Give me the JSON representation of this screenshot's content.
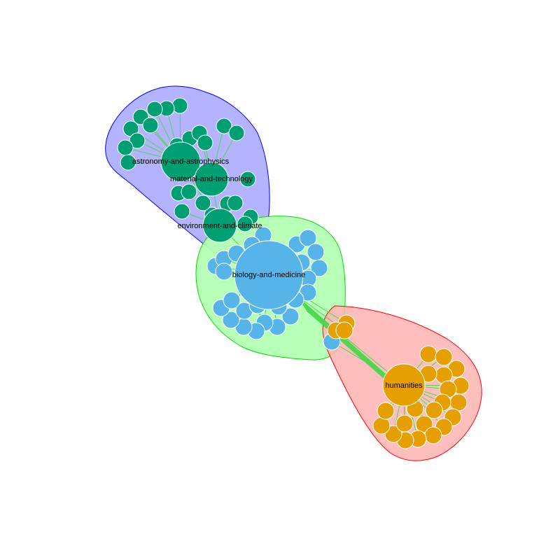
{
  "colors": {
    "green_group_fill": "#009E73",
    "blue_group_fill": "#56B4E9",
    "orange_group_fill": "#E69F00",
    "edge": "#4CD64C",
    "node_stroke": "#ffffff",
    "region_physical_fill": "#B3B3FF",
    "region_physical_stroke": "#0000FF",
    "region_life_fill": "#B3FFB3",
    "region_life_stroke": "#00DD00",
    "region_humanities_fill": "#FFB3B3",
    "region_humanities_stroke": "#FF0000"
  },
  "labels": {
    "astronomy": "astronomy-and-astrophysics",
    "material": "material-and-technology",
    "environment": "environment-and-climate",
    "biology": "biology-and-medicine",
    "humanities": "humanities"
  }
}
